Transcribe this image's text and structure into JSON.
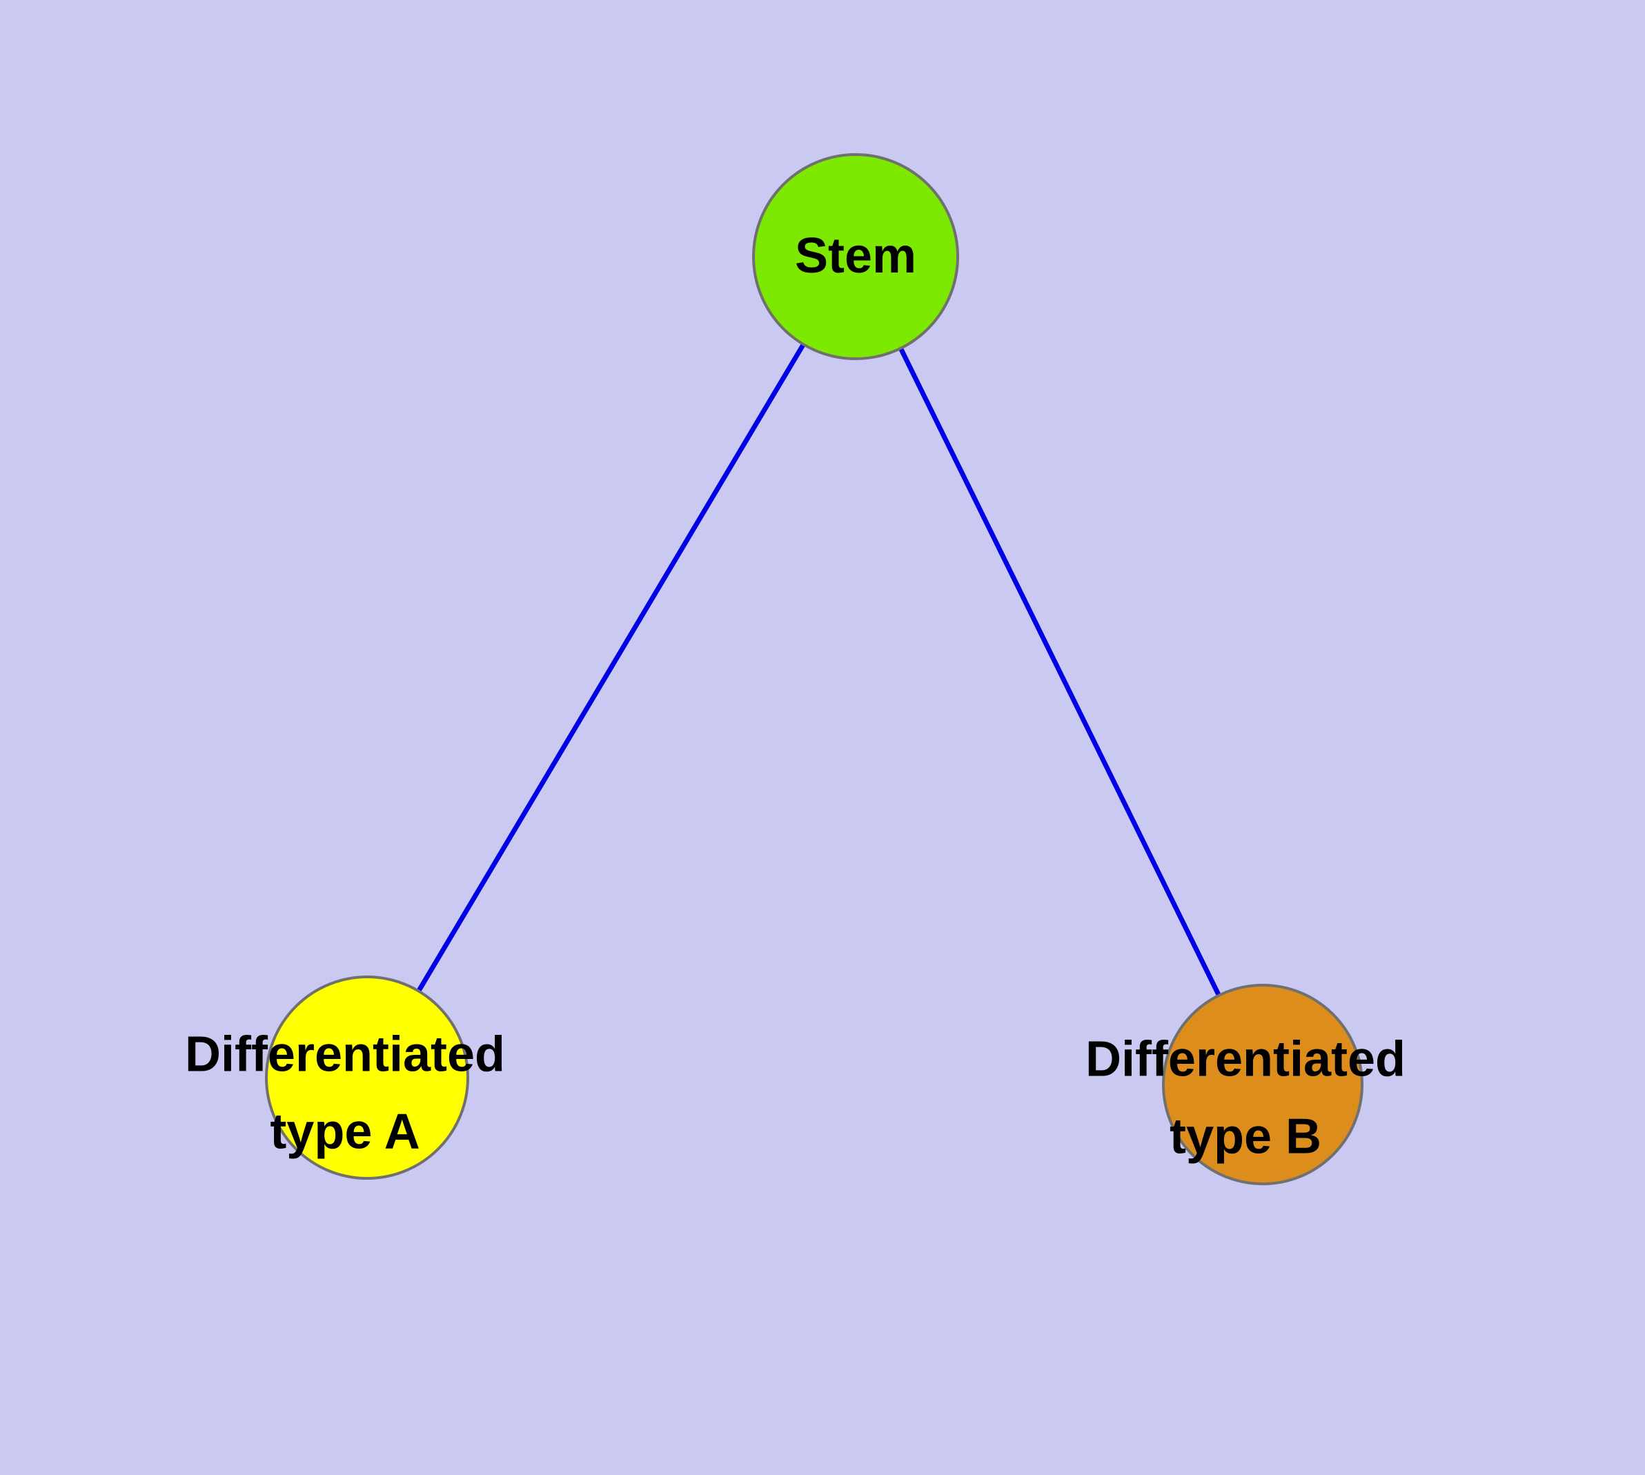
{
  "diagram": {
    "description": "Cell lineage diagram: a stem node branching into two differentiated cell types"
  },
  "colors": {
    "background": "#c9c9f2",
    "edge": "#0000e6",
    "node-stroke": "#707070",
    "stem-fill": "#7de800",
    "type-a-fill": "#ffff00",
    "type-b-fill": "#dd8d1c",
    "label": "#000000"
  },
  "nodes": {
    "stem": {
      "label": "Stem"
    },
    "type_a": {
      "label": "Differentiated\ntype A"
    },
    "type_b": {
      "label": "Differentiated\ntype B"
    }
  },
  "edges": [
    {
      "from": "stem",
      "to": "type_a"
    },
    {
      "from": "stem",
      "to": "type_b"
    }
  ]
}
